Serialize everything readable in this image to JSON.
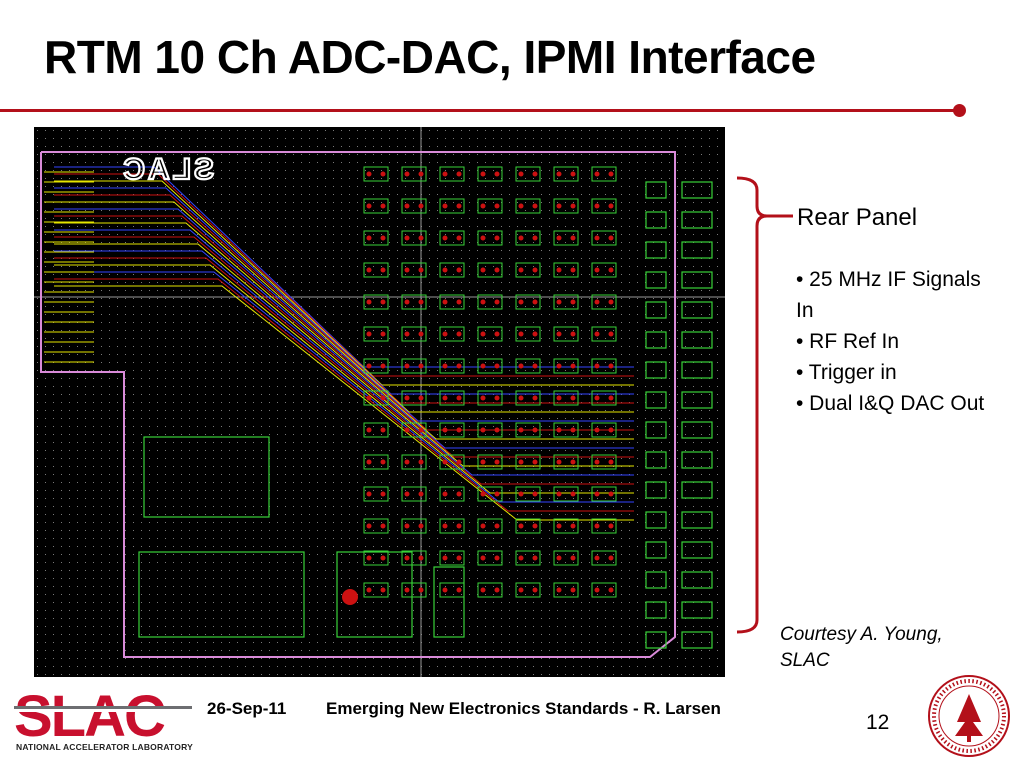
{
  "slide": {
    "title": "RTM 10 Ch ADC-DAC, IPMI Interface",
    "panel_heading": "Rear Panel",
    "bullets": [
      "•  25 MHz IF Signals In",
      "•  RF Ref In",
      "•  Trigger in",
      "•  Dual I&Q DAC Out"
    ],
    "credit": "Courtesy A. Young, SLAC",
    "page_number": "12"
  },
  "footer": {
    "date": "26-Sep-11",
    "talk": "Emerging New Electronics Standards - R. Larsen",
    "logo_text": "SLAC",
    "logo_subtitle": "NATIONAL ACCELERATOR LABORATORY"
  },
  "board": {
    "silkscreen_logo": "SLAC"
  },
  "colors": {
    "accent": "#b3101a",
    "logo_red": "#c8102e",
    "logo_grey": "#6d6e71",
    "pcb_bg": "#000000",
    "pcb_outline": "#d98bd9",
    "trace_red": "#cc1111",
    "trace_green": "#39d239",
    "trace_blue": "#3344ff",
    "trace_yellow": "#e6e600"
  }
}
